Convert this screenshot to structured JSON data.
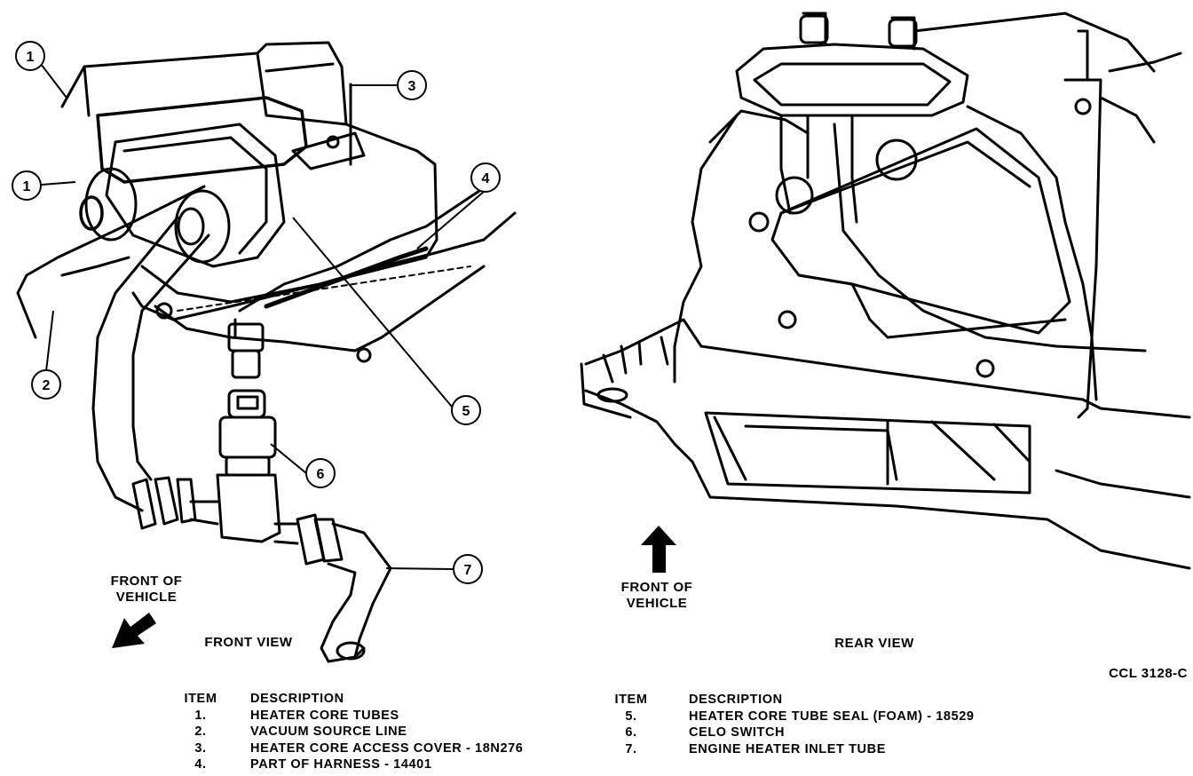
{
  "figure_id": "CCL 3128-C",
  "front_view": {
    "title": "FRONT VIEW",
    "direction_label_line1": "FRONT OF",
    "direction_label_line2": "VEHICLE"
  },
  "rear_view": {
    "title": "REAR VIEW",
    "direction_label_line1": "FRONT OF",
    "direction_label_line2": "VEHICLE"
  },
  "callouts": [
    "1",
    "1",
    "2",
    "3",
    "4",
    "5",
    "6",
    "7"
  ],
  "legend_left": {
    "header_item": "ITEM",
    "header_description": "DESCRIPTION",
    "rows": [
      {
        "item": "1.",
        "description": "HEATER CORE TUBES"
      },
      {
        "item": "2.",
        "description": "VACUUM SOURCE LINE"
      },
      {
        "item": "3.",
        "description": "HEATER CORE ACCESS COVER - 18N276"
      },
      {
        "item": "4.",
        "description": "PART OF HARNESS - 14401"
      }
    ]
  },
  "legend_right": {
    "header_item": "ITEM",
    "header_description": "DESCRIPTION",
    "rows": [
      {
        "item": "5.",
        "description": "HEATER CORE TUBE SEAL (FOAM) - 18529"
      },
      {
        "item": "6.",
        "description": "CELO SWITCH"
      },
      {
        "item": "7.",
        "description": "ENGINE HEATER INLET TUBE"
      }
    ]
  }
}
